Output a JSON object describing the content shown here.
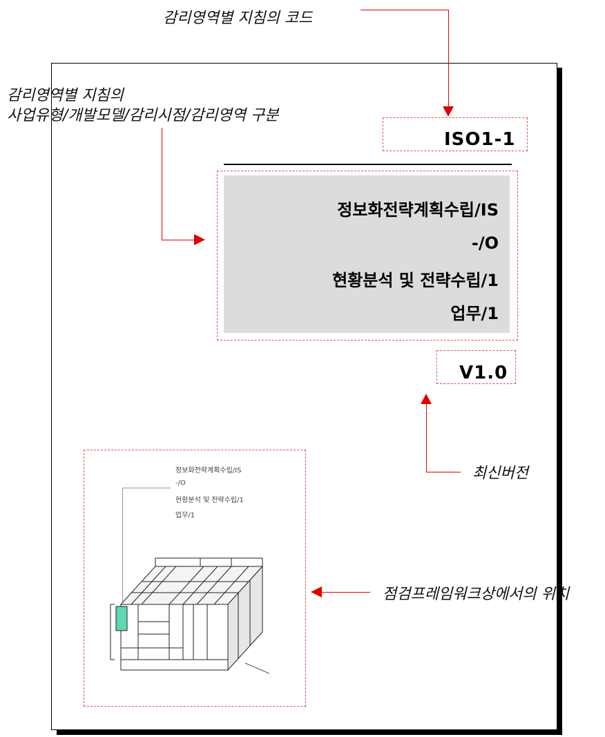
{
  "annotations": {
    "code": "감리영역별 지침의 코드",
    "classification_line1": "감리영역별 지침의",
    "classification_line2": "사업유형/개발모델/감리시점/감리영역 구분",
    "version": "최신버전",
    "position": "점검프레임워크상에서의 위치"
  },
  "document": {
    "code": "ISO1-1",
    "title_lines": [
      "정보화전략계획수립/IS",
      "-/O",
      "현황분석 및 전략수립/1",
      "업무/1"
    ],
    "version": "V1.0"
  },
  "thumbnail": {
    "title_lines": [
      "정보화전략계획수립/IS",
      "-/O",
      "현황분석 및 전략수립/1",
      "업무/1"
    ]
  },
  "colors": {
    "accent_red": "#e00000",
    "panel_gray": "#dcdcdc",
    "highlight_teal": "#5fd6b6"
  }
}
